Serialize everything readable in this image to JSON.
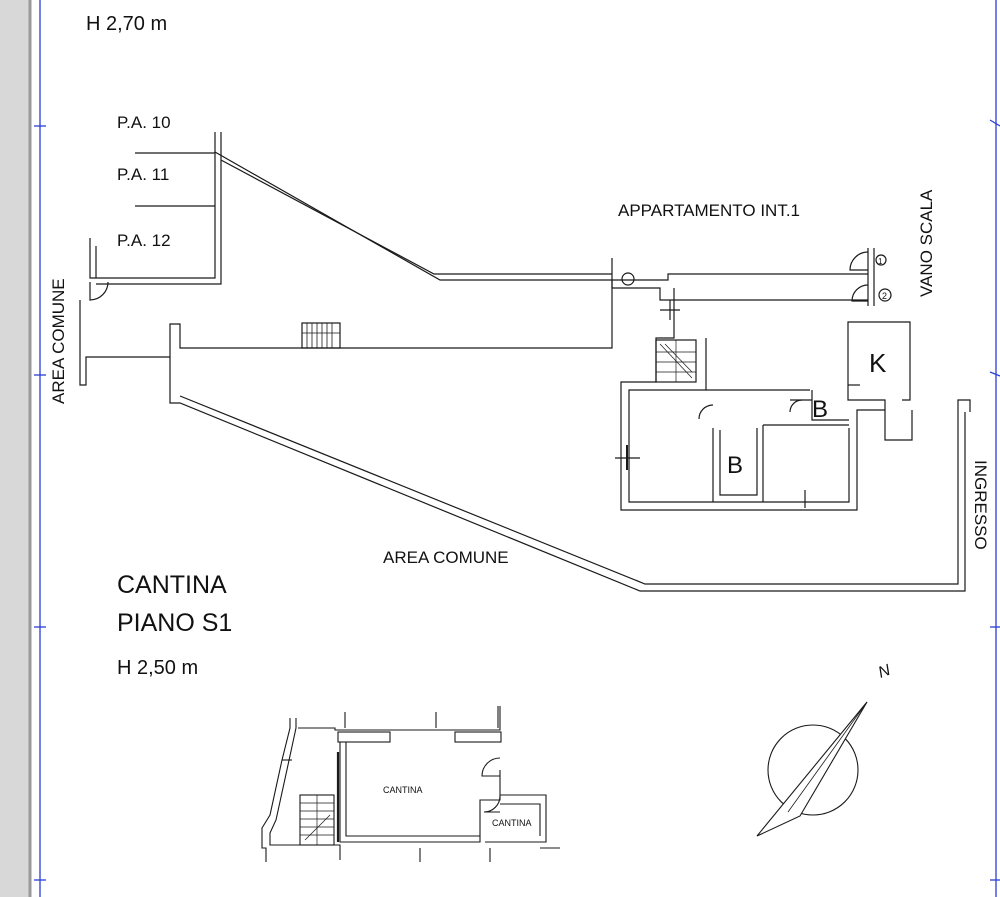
{
  "ground_floor": {
    "height_label": "H 2,70 m",
    "parking_labels": [
      "P.A. 10",
      "P.A. 11",
      "P.A. 12"
    ],
    "area_comune_left": "AREA COMUNE",
    "area_comune_bottom": "AREA COMUNE",
    "apartment_label": "APPARTAMENTO INT.1",
    "stair_label": "VANO SCALA",
    "entrance_label": "INGRESSO",
    "kitchen_label": "K",
    "bathroom_label_1": "B",
    "bathroom_label_2": "B",
    "door_numbers": [
      "1",
      "2"
    ]
  },
  "basement": {
    "title_line1": "CANTINA",
    "title_line2": "PIANO S1",
    "height_label": "H 2,50 m",
    "cellar_label_main": "CANTINA",
    "cellar_label_small": "CANTINA"
  },
  "north_symbol": {
    "letter": "N",
    "icon": "north-arrow-icon"
  },
  "colors": {
    "line": "#1a1a1a",
    "frame_blue": "#2b3fd6",
    "left_margin": "#d8d8d8"
  }
}
